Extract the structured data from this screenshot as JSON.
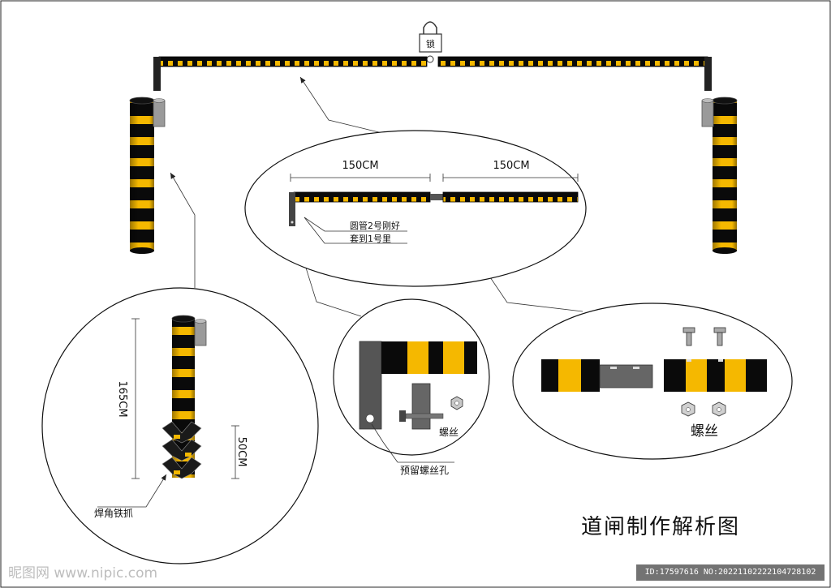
{
  "labels": {
    "lock": "锁",
    "dim_left": "150CM",
    "dim_right": "150CM",
    "sleeve_note_line1": "圆管2号刚好",
    "sleeve_note_line2": "套到1号里",
    "height_total": "165CM",
    "height_buried": "50CM",
    "weld_note": "焊角铁抓",
    "screw_small": "螺丝",
    "screw_large": "螺丝",
    "screw_hole": "预留螺丝孔",
    "title": "道闸制作解析图"
  },
  "watermark": {
    "logo": "昵图网 www.nipic.com",
    "id": "ID:17597616 NO:20221102222104728102"
  },
  "colors": {
    "stripe_yellow": "#f5b800",
    "stripe_black": "#0a0a0a",
    "bracket_gray": "#555555",
    "sleeve_gray": "#9a9a9a"
  }
}
